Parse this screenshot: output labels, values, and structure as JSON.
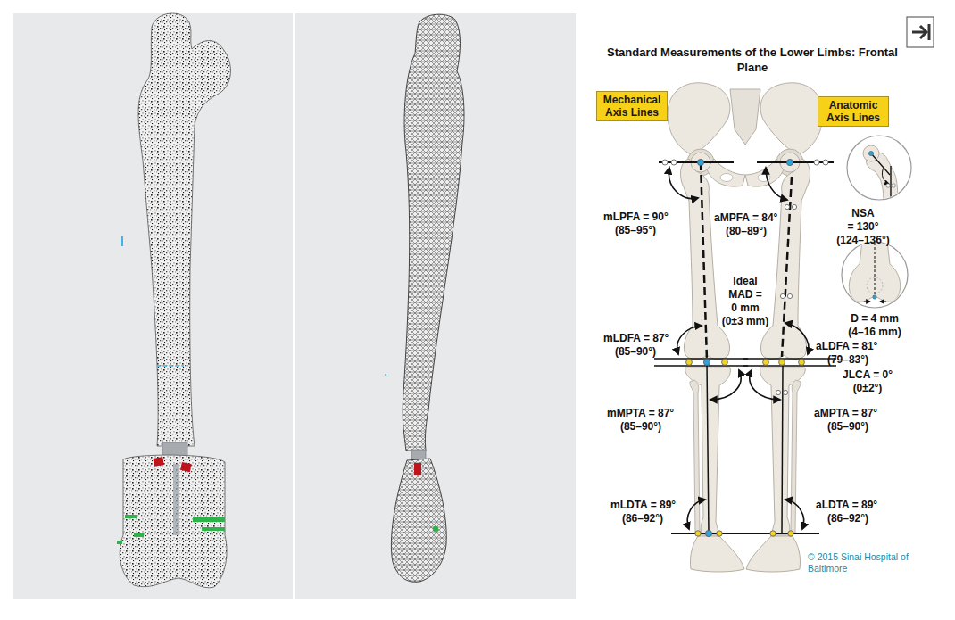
{
  "diagram": {
    "title": "Standard Measurements of the Lower Limbs: Frontal Plane",
    "nodes": [
      {
        "text": [
          "Mechanical Axis Lines"
        ]
      },
      {
        "text": [
          "Anatomic Axis Lines"
        ]
      }
    ],
    "labels": [
      "mLPFA = 90°",
      "(85–95°)",
      "aMPFA = 84°",
      "(80–89°)",
      "NSA",
      "= 130°",
      "(124–136°)",
      "Ideal",
      "MAD =",
      "0 mm",
      "(0±3 mm)",
      "D = 4 mm",
      "(4–16 mm)",
      "mLDFA = 87°",
      "(85–90°)",
      "aLDFA = 81°",
      "(79–83°)",
      "JLCA = 0°",
      "(0±2°)",
      "mMPTA = 87°",
      "(85–90°)",
      "aMPTA = 87°",
      "(85–90°)",
      "mLDTA = 89°",
      "(86–92°)",
      "aLDTA = 89°",
      "(86–92°)",
      "© 2015 Sinai Hospital of Baltimore"
    ]
  }
}
